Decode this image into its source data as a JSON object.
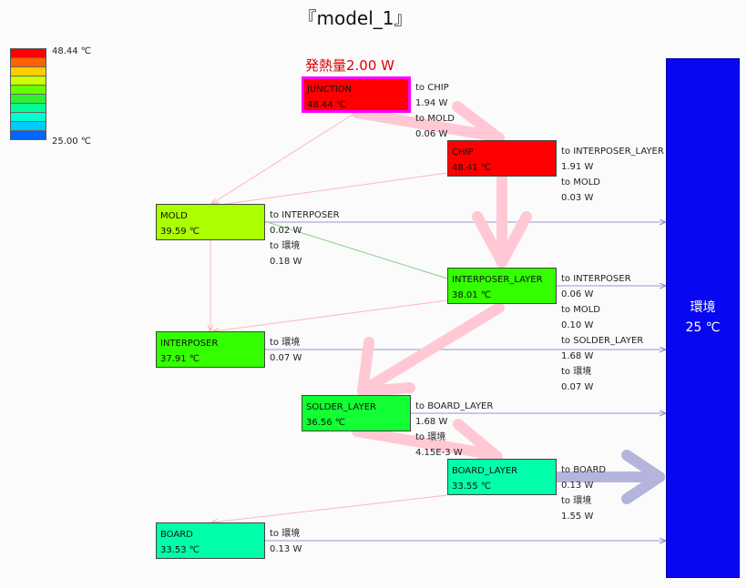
{
  "title": "『model_1』",
  "legend": {
    "max": "48.44 ℃",
    "min": "25.00 ℃",
    "colors": [
      "#ff0000",
      "#ff6000",
      "#ffcc00",
      "#ccff00",
      "#66ff00",
      "#33ee33",
      "#00ff99",
      "#00ffcc",
      "#00ccff",
      "#0066ff",
      "#0000ff"
    ]
  },
  "heat_label": "発熱量2.00 W",
  "nodes": [
    {
      "id": "junction",
      "name": "JUNCTION",
      "temp": "48.44 ℃",
      "color": "#ff0000",
      "border": "#ff00ff"
    },
    {
      "id": "chip",
      "name": "CHIP",
      "temp": "48.41 ℃",
      "color": "#ff0000"
    },
    {
      "id": "mold",
      "name": "MOLD",
      "temp": "39.59 ℃",
      "color": "#aaff00"
    },
    {
      "id": "interposer_layer",
      "name": "INTERPOSER_LAYER",
      "temp": "38.01 ℃",
      "color": "#33ff00"
    },
    {
      "id": "interposer",
      "name": "INTERPOSER",
      "temp": "37.91 ℃",
      "color": "#33ff00"
    },
    {
      "id": "solder_layer",
      "name": "SOLDER_LAYER",
      "temp": "36.56 ℃",
      "color": "#11ff33"
    },
    {
      "id": "board_layer",
      "name": "BOARD_LAYER",
      "temp": "33.55 ℃",
      "color": "#00ffaa"
    },
    {
      "id": "board",
      "name": "BOARD",
      "temp": "33.53 ℃",
      "color": "#00ffaa"
    }
  ],
  "flows": {
    "junction": [
      "to CHIP",
      "1.94 W",
      "to MOLD",
      "0.06 W"
    ],
    "chip": [
      "to INTERPOSER_LAYER",
      "1.91 W",
      "to MOLD",
      "0.03 W"
    ],
    "mold": [
      "to INTERPOSER",
      "0.02 W",
      "to 環境",
      "0.18 W"
    ],
    "interposer_layer": [
      "to INTERPOSER",
      "0.06 W",
      "to MOLD",
      "0.10 W",
      "to SOLDER_LAYER",
      "1.68 W",
      "to 環境",
      "0.07 W"
    ],
    "interposer": [
      "to 環境",
      "0.07 W"
    ],
    "solder_layer": [
      "to BOARD_LAYER",
      "1.68 W",
      "to 環境",
      "4.15E-3 W"
    ],
    "board_layer": [
      "to BOARD",
      "0.13 W",
      "to 環境",
      "1.55 W"
    ],
    "board": [
      "to 環境",
      "0.13 W"
    ]
  },
  "environment": {
    "name": "環境",
    "temp": "25 ℃",
    "color": "#0707f2"
  }
}
